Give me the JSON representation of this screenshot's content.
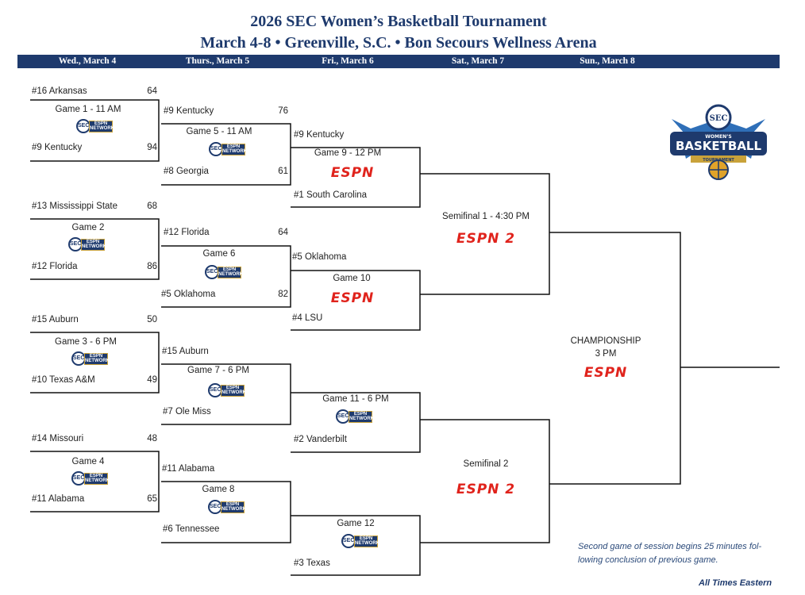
{
  "header": {
    "title": "2026 SEC Women’s Basketball Tournament",
    "subtitle": "March 4-8 • Greenville, S.C. • Bon Secours Wellness Arena"
  },
  "days": [
    "Wed., March 4",
    "Thurs., March 5",
    "Fri., March 6",
    "Sat., March 7",
    "Sun., March 8"
  ],
  "colors": {
    "navy": "#1e3a6d",
    "espn_red": "#e0231c",
    "gold": "#c9a23a"
  },
  "networks": {
    "espn": "ESPN",
    "espn2": "ESPN 2",
    "secn": "SEC",
    "secn_tag_top": "ESPN",
    "secn_tag_bottom": "NETWORK"
  },
  "logo": {
    "word1": "SEC",
    "word2": "WOMEN’S",
    "word3": "BASKETBALL",
    "word4": "TOURNAMENT"
  },
  "games": {
    "g1": {
      "label": "Game 1 - 11 AM",
      "network": "secn-network-icon",
      "top": {
        "team": "#16 Arkansas",
        "score": "64"
      },
      "bottom": {
        "team": "#9 Kentucky",
        "score": "94"
      }
    },
    "g2": {
      "label": "Game 2",
      "network": "secn-network-icon",
      "top": {
        "team": "#13 Mississippi State",
        "score": "68"
      },
      "bottom": {
        "team": "#12 Florida",
        "score": "86"
      }
    },
    "g3": {
      "label": "Game 3 - 6 PM",
      "network": "secn-network-icon",
      "top": {
        "team": "#15 Auburn",
        "score": "50"
      },
      "bottom": {
        "team": "#10 Texas A&M",
        "score": "49"
      }
    },
    "g4": {
      "label": "Game 4",
      "network": "secn-network-icon",
      "top": {
        "team": "#14 Missouri",
        "score": "48"
      },
      "bottom": {
        "team": "#11 Alabama",
        "score": "65"
      }
    },
    "g5": {
      "label": "Game 5 - 11 AM",
      "network": "secn-network-icon",
      "top": {
        "team": "#9 Kentucky",
        "score": "76"
      },
      "bottom": {
        "team": "#8 Georgia",
        "score": "61"
      }
    },
    "g6": {
      "label": "Game 6",
      "network": "secn-network-icon",
      "top": {
        "team": "#12 Florida",
        "score": "64"
      },
      "bottom": {
        "team": "#5 Oklahoma",
        "score": "82"
      }
    },
    "g7": {
      "label": "Game 7 - 6 PM",
      "network": "secn-network-icon",
      "top": {
        "team": "#15 Auburn"
      },
      "bottom": {
        "team": "#7 Ole Miss"
      }
    },
    "g8": {
      "label": "Game 8",
      "network": "secn-network-icon",
      "top": {
        "team": "#11 Alabama"
      },
      "bottom": {
        "team": "#6 Tennessee"
      }
    },
    "g9": {
      "label": "Game 9 - 12 PM",
      "network": "espn-icon",
      "top": {
        "team": "#9 Kentucky"
      },
      "bottom": {
        "team": "#1 South Carolina"
      }
    },
    "g10": {
      "label": "Game 10",
      "network": "espn-icon",
      "top": {
        "team": "#5 Oklahoma"
      },
      "bottom": {
        "team": "#4 LSU"
      }
    },
    "g11": {
      "label": "Game 11 - 6 PM",
      "network": "secn-network-icon",
      "top": {
        "team": ""
      },
      "bottom": {
        "team": "#2 Vanderbilt"
      }
    },
    "g12": {
      "label": "Game 12",
      "network": "secn-network-icon",
      "top": {
        "team": ""
      },
      "bottom": {
        "team": "#3 Texas"
      }
    },
    "sf1": {
      "label": "Semifinal 1 - 4:30 PM",
      "network": "espn2-icon"
    },
    "sf2": {
      "label": "Semifinal 2",
      "network": "espn2-icon"
    },
    "final": {
      "label": "CHAMPIONSHIP",
      "time": "3 PM",
      "network": "espn-icon"
    }
  },
  "footer": {
    "note": "Second game of session begins 25 minutes fol- lowing conclusion of previous game.",
    "timezone": "All Times Eastern"
  }
}
